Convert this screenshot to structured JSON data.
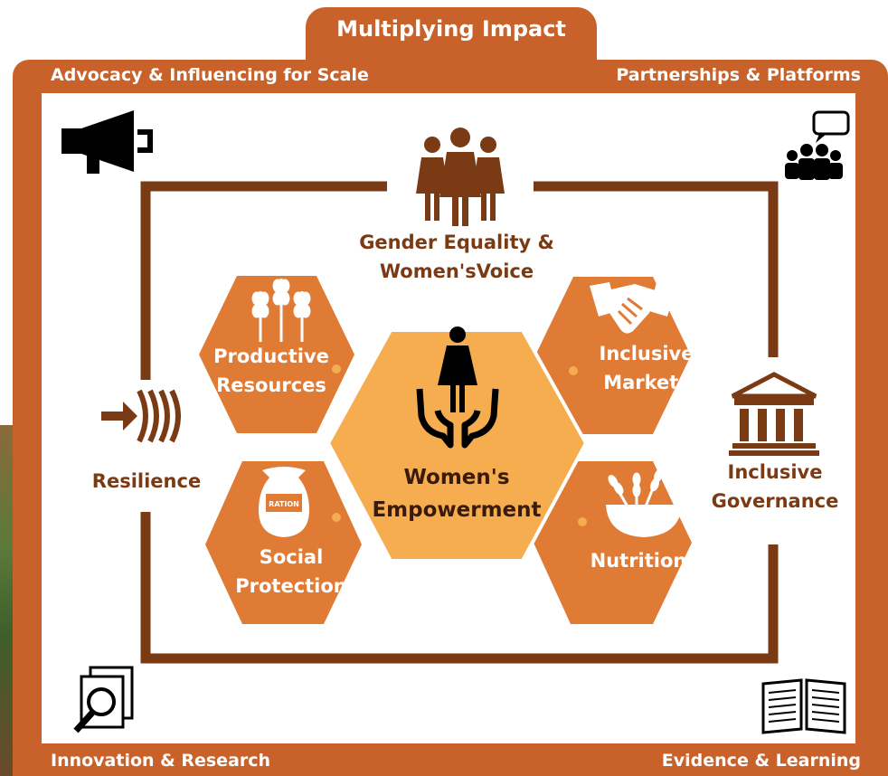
{
  "header": {
    "title": "Multiplying Impact"
  },
  "corners": {
    "top_left": "Advocacy & Influencing for Scale",
    "top_right": "Partnerships & Platforms",
    "bottom_left": "Innovation & Research",
    "bottom_right": "Evidence & Learning"
  },
  "outer_themes": {
    "top": [
      "Gender Equality &",
      "Women'sVoice"
    ],
    "left": "Resilience",
    "right": [
      "Inclusive",
      "Governance"
    ]
  },
  "hexagons": {
    "productive_resources": [
      "Productive",
      "Resources"
    ],
    "inclusive_markets": [
      "Inclusive",
      "Markets"
    ],
    "social_protection": [
      "Social",
      "Protection"
    ],
    "nutrition": "Nutrition",
    "ration_label": "RATION"
  },
  "center": {
    "line1": "Women's",
    "line2": "Empowerment"
  },
  "colors": {
    "frame": "#c8622a",
    "hex": "#e07b35",
    "center_hex": "#f5ad4f",
    "connector": "#7a3a14",
    "dark_text": "#7a3a14"
  },
  "icons": {
    "top_left": "megaphone-icon",
    "top_right": "group-speech-icon",
    "bottom_left": "magnifier-document-icon",
    "bottom_right": "open-book-icon",
    "top_theme": "women-group-icon",
    "left_theme": "resilience-arrow-icon",
    "right_theme": "government-building-icon",
    "center": "woman-in-hands-icon",
    "productive": "wheat-icon",
    "markets": "handshake-icon",
    "social": "ration-bag-icon",
    "nutrition": "grain-bowl-icon"
  }
}
